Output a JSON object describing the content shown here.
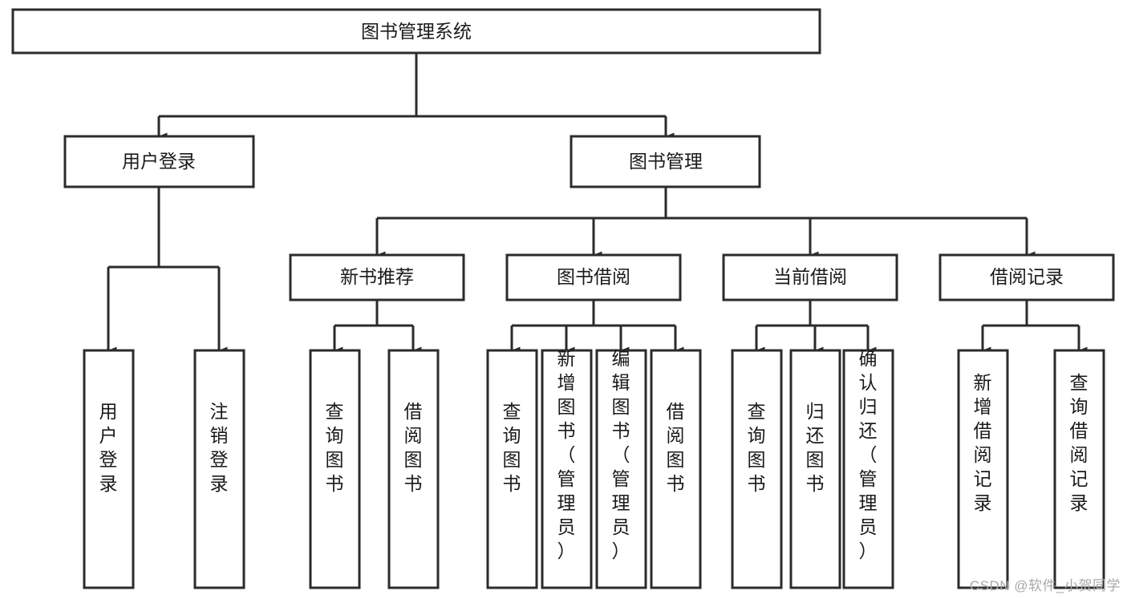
{
  "diagram": {
    "type": "tree",
    "title": "图书管理系统",
    "watermark": "CSDN @软件_小贺同学",
    "colors": {
      "box_stroke": "#2b2b2b",
      "box_fill": "#ffffff",
      "connector": "#2b2b2b",
      "text": "#1a1a1a",
      "watermark": "#a8a8a8",
      "background": "#ffffff"
    },
    "levels": {
      "root": "图书管理系统",
      "level2": [
        "用户登录",
        "图书管理"
      ],
      "level3": [
        "新书推荐",
        "图书借阅",
        "当前借阅",
        "借阅记录"
      ]
    },
    "nodes": {
      "root": {
        "label": "图书管理系统",
        "orientation": "horizontal"
      },
      "user_login": {
        "label": "用户登录",
        "orientation": "horizontal"
      },
      "book_manage": {
        "label": "图书管理",
        "orientation": "horizontal"
      },
      "new_book_rec": {
        "label": "新书推荐",
        "orientation": "horizontal"
      },
      "book_borrow": {
        "label": "图书借阅",
        "orientation": "horizontal"
      },
      "current_borrow": {
        "label": "当前借阅",
        "orientation": "horizontal"
      },
      "borrow_record": {
        "label": "借阅记录",
        "orientation": "horizontal"
      },
      "leaf_user_login": {
        "label": "用户登录",
        "orientation": "vertical"
      },
      "leaf_logout": {
        "label": "注销登录",
        "orientation": "vertical"
      },
      "leaf_query_book_1": {
        "label": "查询图书",
        "orientation": "vertical"
      },
      "leaf_borrow_book_1": {
        "label": "借阅图书",
        "orientation": "vertical"
      },
      "leaf_query_book_2": {
        "label": "查询图书",
        "orientation": "vertical"
      },
      "leaf_add_book": {
        "label": "新增图书（管理员）",
        "orientation": "vertical"
      },
      "leaf_edit_book": {
        "label": "编辑图书（管理员）",
        "orientation": "vertical"
      },
      "leaf_borrow_book_2": {
        "label": "借阅图书",
        "orientation": "vertical"
      },
      "leaf_query_book_3": {
        "label": "查询图书",
        "orientation": "vertical"
      },
      "leaf_return_book": {
        "label": "归还图书",
        "orientation": "vertical"
      },
      "leaf_confirm_return": {
        "label": "确认归还（管理员）",
        "orientation": "vertical"
      },
      "leaf_add_record": {
        "label": "新增借阅记录",
        "orientation": "vertical"
      },
      "leaf_query_record": {
        "label": "查询借阅记录",
        "orientation": "vertical"
      }
    },
    "branches": {
      "user_login_children": [
        "用户登录",
        "注销登录"
      ],
      "new_book_rec_children": [
        "查询图书",
        "借阅图书"
      ],
      "book_borrow_children": [
        "查询图书",
        "新增图书（管理员）",
        "编辑图书（管理员）",
        "借阅图书"
      ],
      "current_borrow_children": [
        "查询图书",
        "归还图书",
        "确认归还（管理员）"
      ],
      "borrow_record_children": [
        "新增借阅记录",
        "查询借阅记录"
      ]
    }
  }
}
